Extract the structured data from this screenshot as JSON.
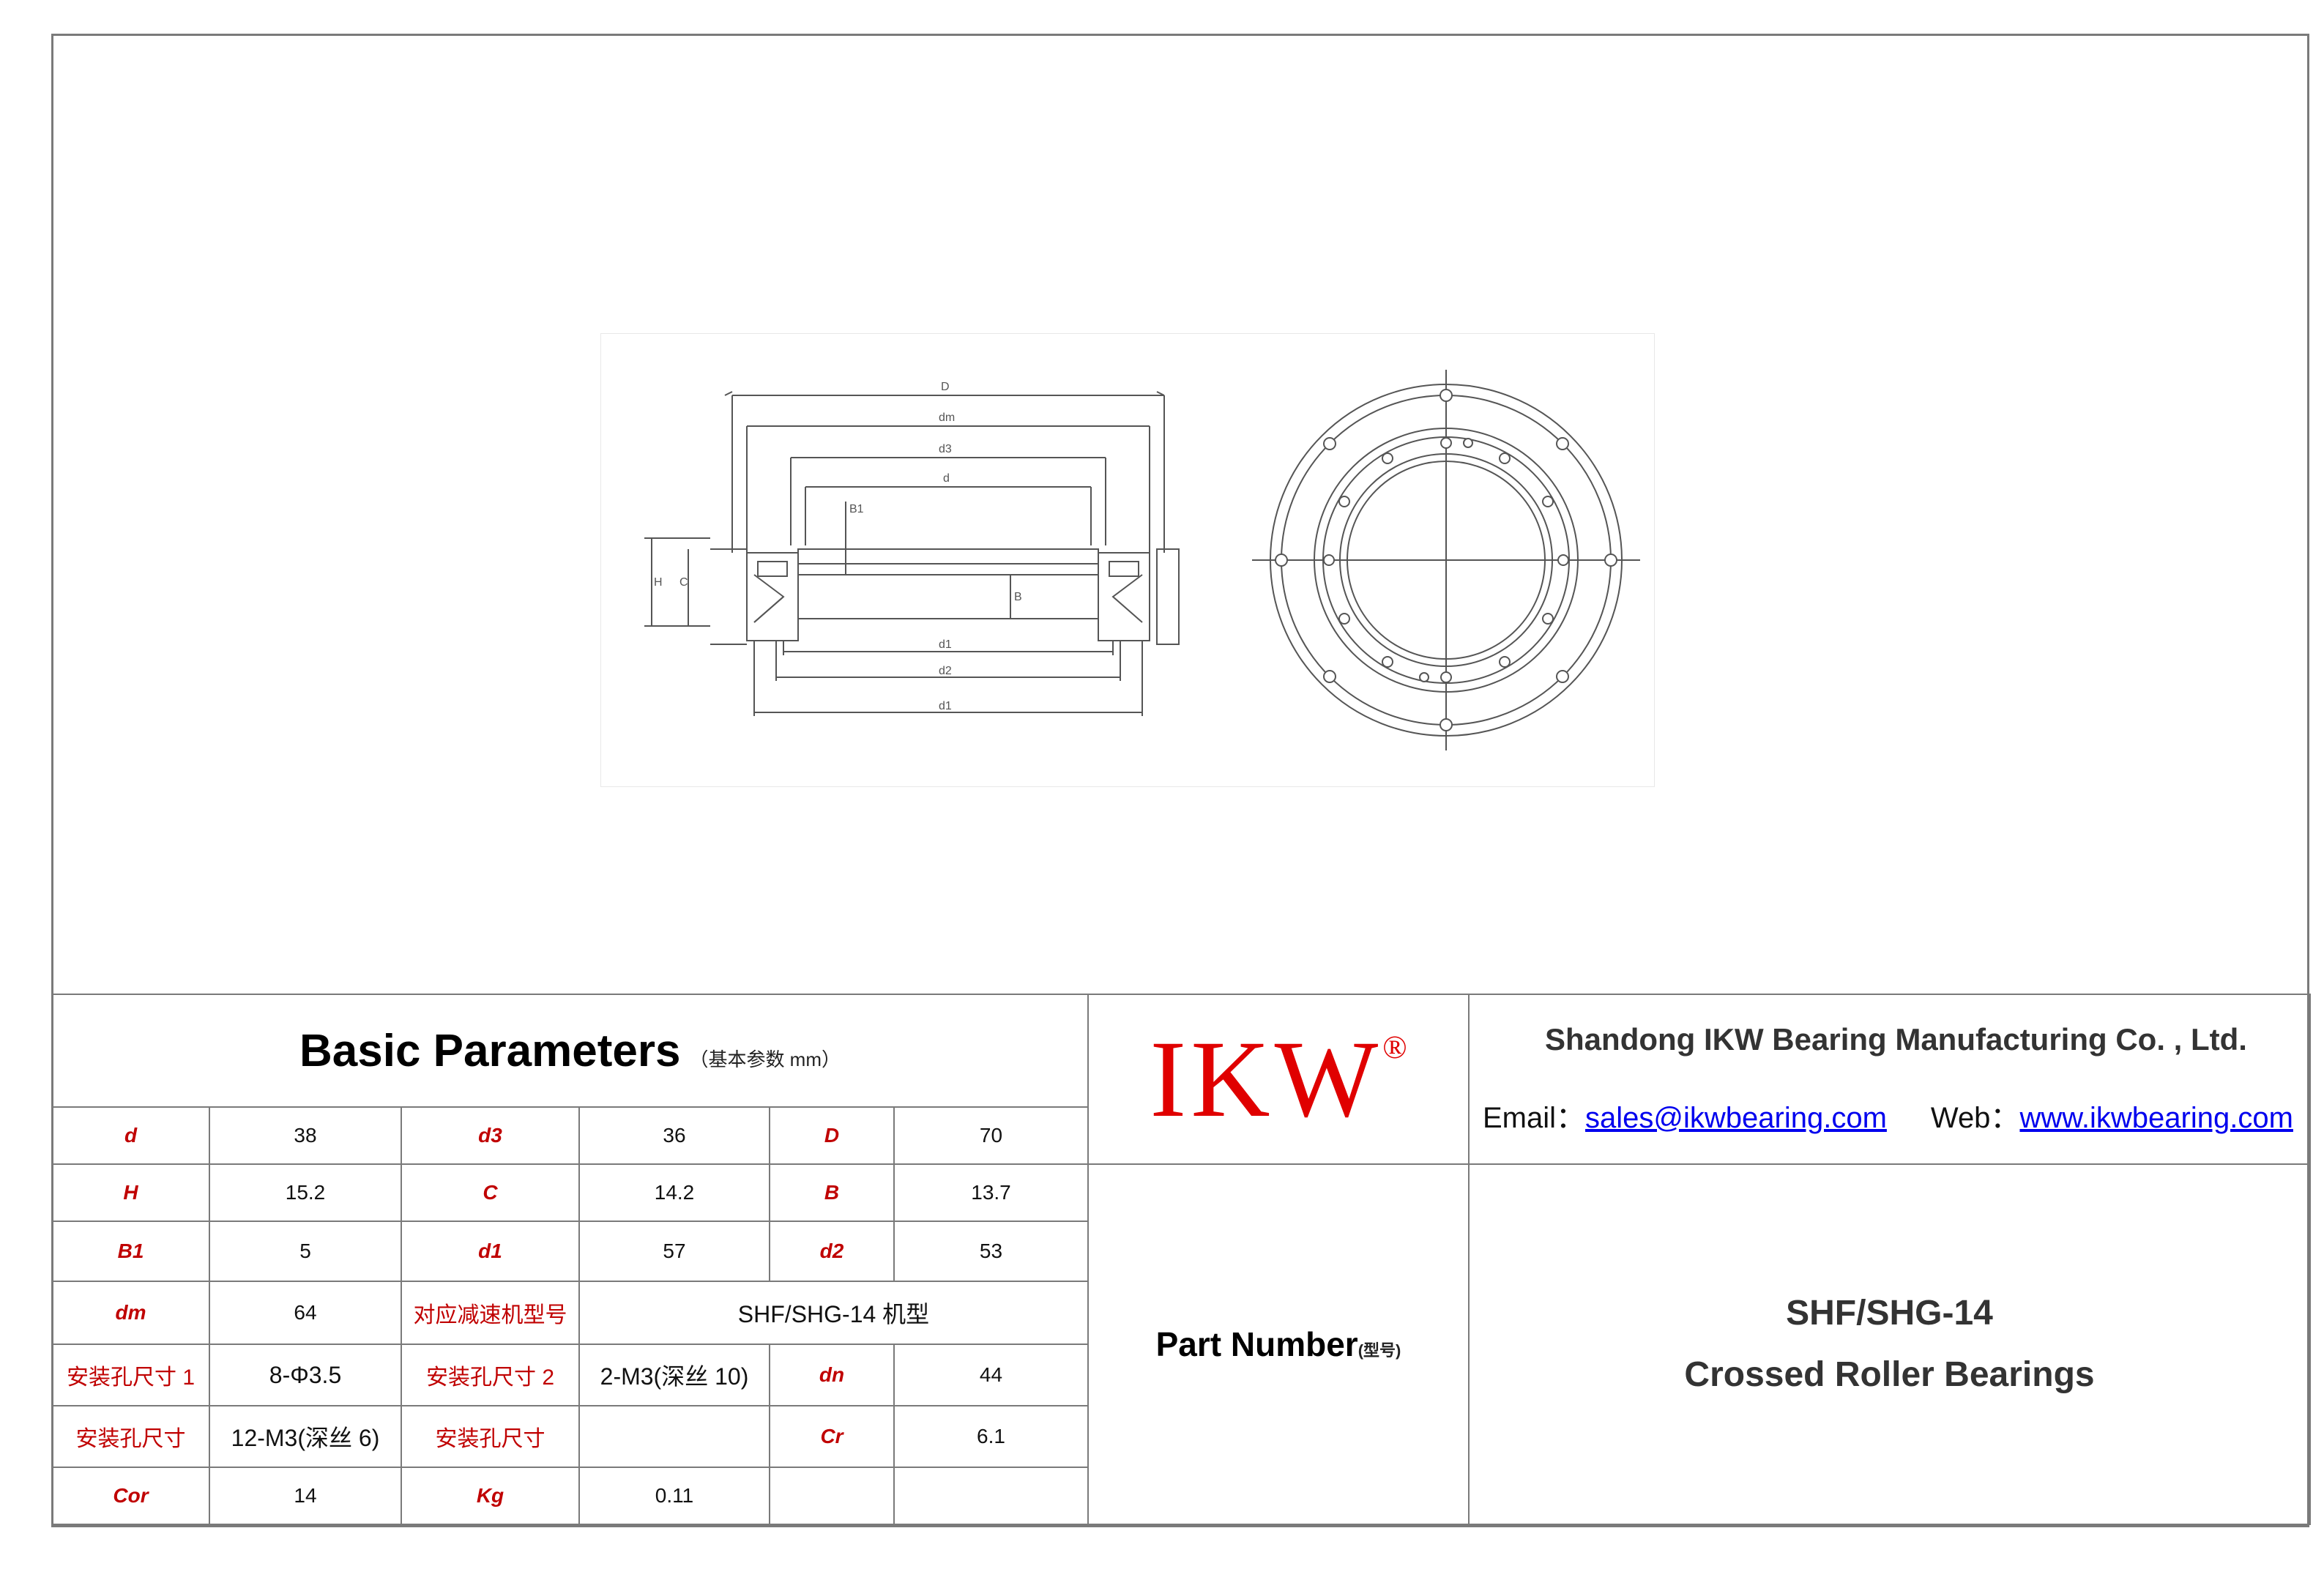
{
  "brand": {
    "logo_text": "IKW",
    "logo_reg": "®",
    "brand_color": "#e00000"
  },
  "company": {
    "name": "Shandong IKW Bearing Manufacturing Co. , Ltd.",
    "email_label": "Email：",
    "email": "sales@ikwbearing.com",
    "web_label": "Web：",
    "web": "www.ikwbearing.com"
  },
  "drawing": {
    "description_icon": "crossed-roller-bearing-technical-drawing",
    "dim_labels": [
      "D",
      "dm",
      "d3",
      "d",
      "B1",
      "H",
      "C",
      "B",
      "d1",
      "d2",
      "d1"
    ]
  },
  "basic_parameters": {
    "title": "Basic Parameters",
    "subtitle": "（基本参数 mm）",
    "rows": [
      [
        [
          "d",
          "name"
        ],
        [
          "38",
          "val"
        ],
        [
          "d3",
          "name"
        ],
        [
          "36",
          "val"
        ],
        [
          "D",
          "name"
        ],
        [
          "70",
          "val"
        ]
      ],
      [
        [
          "H",
          "name"
        ],
        [
          "15.2",
          "val"
        ],
        [
          "C",
          "name"
        ],
        [
          "14.2",
          "val"
        ],
        [
          "B",
          "name"
        ],
        [
          "13.7",
          "val"
        ]
      ],
      [
        [
          "B1",
          "name"
        ],
        [
          "5",
          "val"
        ],
        [
          "d1",
          "name"
        ],
        [
          "57",
          "val"
        ],
        [
          "d2",
          "name"
        ],
        [
          "53",
          "val"
        ]
      ],
      [
        [
          "dm",
          "name"
        ],
        [
          "64",
          "val"
        ],
        [
          "对应减速机型号",
          "name-cn"
        ],
        [
          "SHF/SHG-14 机型",
          "val-cn-span3"
        ]
      ],
      [
        [
          "安装孔尺寸 1",
          "name-cn"
        ],
        [
          "8-Φ3.5",
          "val-cn"
        ],
        [
          "安装孔尺寸 2",
          "name-cn"
        ],
        [
          "2-M3(深丝 10)",
          "val-cn"
        ],
        [
          "dn",
          "name"
        ],
        [
          "44",
          "val"
        ]
      ],
      [
        [
          "安装孔尺寸",
          "name-cn"
        ],
        [
          "12-M3(深丝 6)",
          "val-cn"
        ],
        [
          "安装孔尺寸",
          "name-cn"
        ],
        [
          "",
          "val"
        ],
        [
          "Cr",
          "name"
        ],
        [
          "6.1",
          "val"
        ]
      ],
      [
        [
          "Cor",
          "name"
        ],
        [
          "14",
          "val"
        ],
        [
          "Kg",
          "name"
        ],
        [
          "0.11",
          "val"
        ],
        [
          "",
          "val"
        ],
        [
          "",
          "val"
        ]
      ]
    ]
  },
  "part_number": {
    "label": "Part Number",
    "label_sub": "(型号)",
    "model": "SHF/SHG-14",
    "type": "Crossed Roller Bearings"
  }
}
